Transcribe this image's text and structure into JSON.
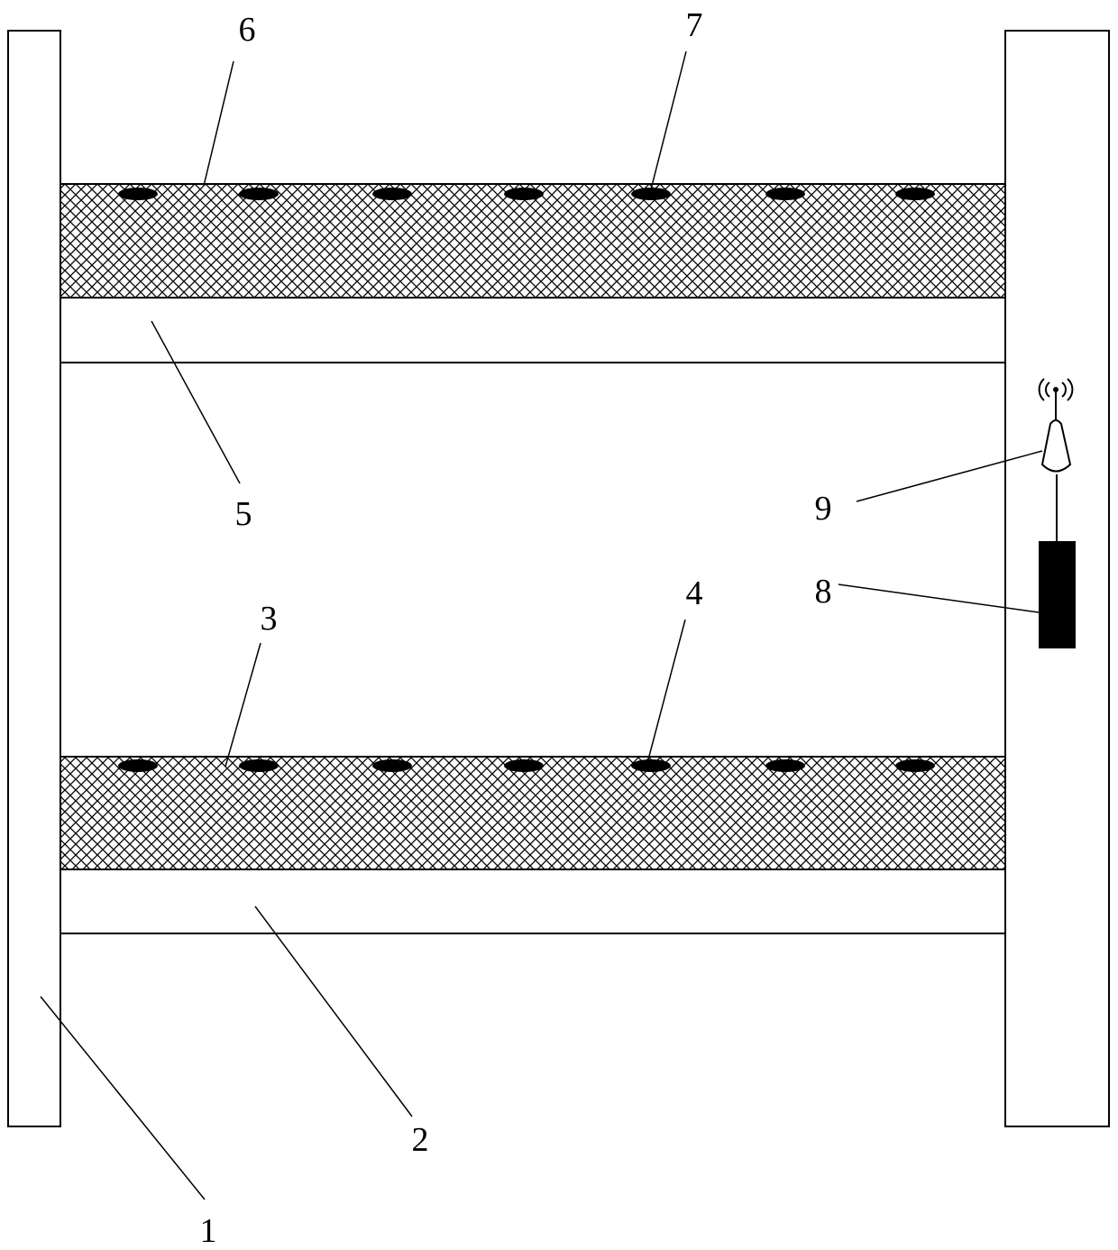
{
  "labels": {
    "ref_1": "1",
    "ref_2": "2",
    "ref_3": "3",
    "ref_4": "4",
    "ref_5": "5",
    "ref_6": "6",
    "ref_7": "7",
    "ref_8": "8",
    "ref_9": "9"
  },
  "colors": {
    "line": "#000000",
    "background": "#ffffff",
    "mesh": "#000000"
  },
  "components": {
    "left_post": "post",
    "right_post": "post",
    "upper_shelf": {
      "mesh_layer": true,
      "hole_count": 7
    },
    "lower_shelf": {
      "mesh_layer": true,
      "hole_count": 7
    },
    "device": {
      "antenna": true,
      "battery_box": true
    }
  }
}
